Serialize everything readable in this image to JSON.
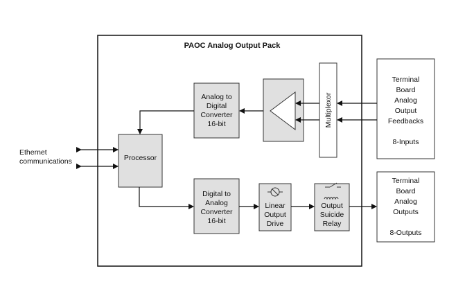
{
  "title": "PAOC Analog Output Pack",
  "ethernet": [
    "Ethernet",
    "communications"
  ],
  "processor": "Processor",
  "adc": [
    "Analog to",
    "Digital",
    "Converter",
    "16-bit"
  ],
  "dac": [
    "Digital to",
    "Analog",
    "Converter",
    "16-bit"
  ],
  "linear_drive": [
    "Linear",
    "Output",
    "Drive"
  ],
  "suicide_relay": [
    "Output",
    "Suicide",
    "Relay"
  ],
  "multiplexor": "Multiplexor",
  "terminal_feedbacks": [
    "Terminal",
    "Board",
    "Analog",
    "Output",
    "Feedbacks",
    "",
    "8-Inputs"
  ],
  "terminal_outputs": [
    "Terminal",
    "Board",
    "Analog",
    "Outputs",
    "",
    "8-Outputs"
  ]
}
